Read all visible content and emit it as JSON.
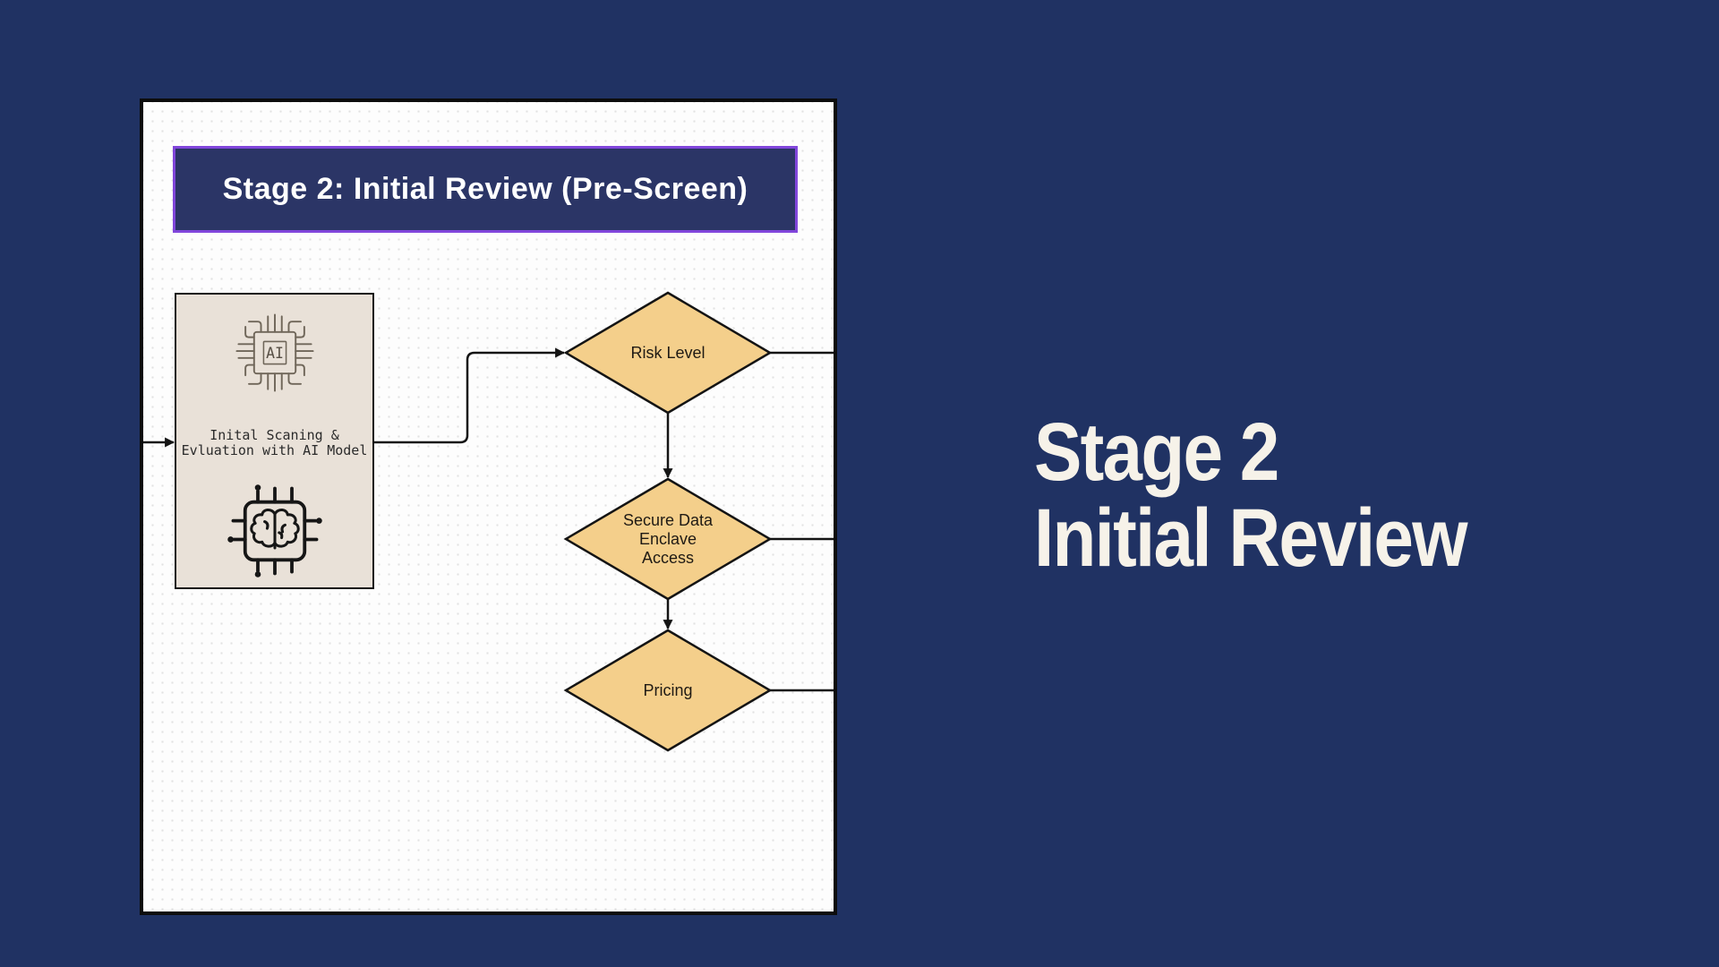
{
  "slide": {
    "background_color": "#203263",
    "side_title": {
      "line1": "Stage 2",
      "line2": "Initial Review",
      "color": "#f6f2e9"
    }
  },
  "panel": {
    "background_color": "#fdfdfd",
    "dot_grid_color": "#e2e2e2",
    "border_color": "#0d0d0d",
    "connector_color": "#141414",
    "banner": {
      "title": "Stage 2: Initial Review (Pre-Screen)",
      "fill": "#2b3566",
      "border_color": "#8146db",
      "text_color": "#ffffff"
    },
    "process_box": {
      "label_line1": "Inital Scaning &",
      "label_line2": "Evluation with AI Model",
      "chip_label": "AI",
      "fill": "#e9e1d8",
      "icons": {
        "top": "ai-chip-icon",
        "bottom": "brain-circuit-icon"
      }
    },
    "diamonds": [
      {
        "id": "risk-level",
        "lines": [
          "Risk Level"
        ],
        "fill": "#f4cf8b"
      },
      {
        "id": "secure-data-enclave-access",
        "lines": [
          "Secure Data",
          "Enclave",
          "Access"
        ],
        "fill": "#f4cf8b"
      },
      {
        "id": "pricing",
        "lines": [
          "Pricing"
        ],
        "fill": "#f4cf8b"
      }
    ]
  }
}
